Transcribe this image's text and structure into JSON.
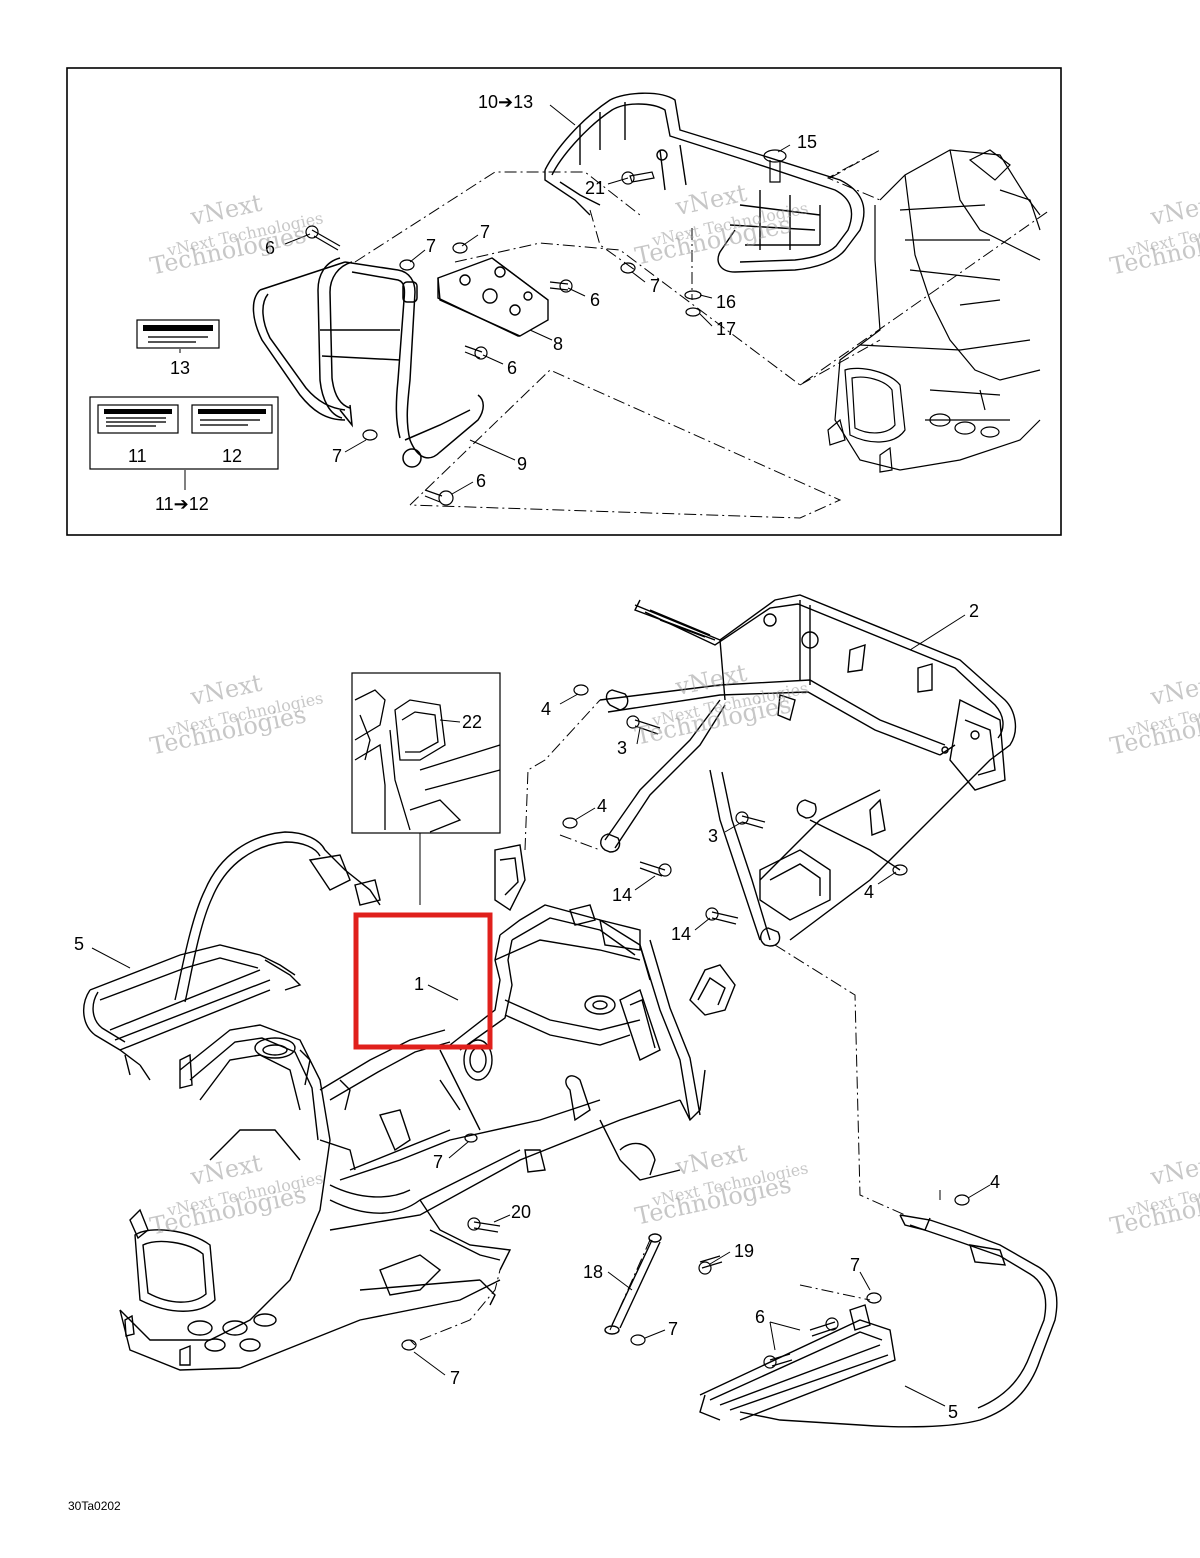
{
  "top_panel": {
    "callouts": {
      "c10_13": "10➔13",
      "c15": "15",
      "c21": "21",
      "c6a": "6",
      "c7a": "7",
      "c7b": "7",
      "c6b": "6",
      "c7c": "7",
      "c16": "16",
      "c17": "17",
      "c8": "8",
      "c6c": "6",
      "c13": "13",
      "c9": "9",
      "c7d": "7",
      "c6d": "6",
      "c11": "11",
      "c12": "12",
      "c11_12": "11➔12"
    }
  },
  "bottom_panel": {
    "callouts": {
      "c2": "2",
      "c22": "22",
      "c4a": "4",
      "c3a": "3",
      "c4b": "4",
      "c3b": "3",
      "c14a": "14",
      "c4c": "4",
      "c14b": "14",
      "c5a": "5",
      "c1": "1",
      "c7a": "7",
      "c20": "20",
      "c4d": "4",
      "c19": "19",
      "c18": "18",
      "c7b": "7",
      "c6": "6",
      "c7c": "7",
      "c7d": "7",
      "c5b": "5"
    }
  },
  "watermark": {
    "line1": "vNext",
    "line2": "vNext Technologies",
    "line3": "Technologies"
  },
  "figure_ref": "30Ta0202",
  "colors": {
    "line": "#000000",
    "highlight": "#e0201c",
    "watermark": "#9a9a9a"
  }
}
